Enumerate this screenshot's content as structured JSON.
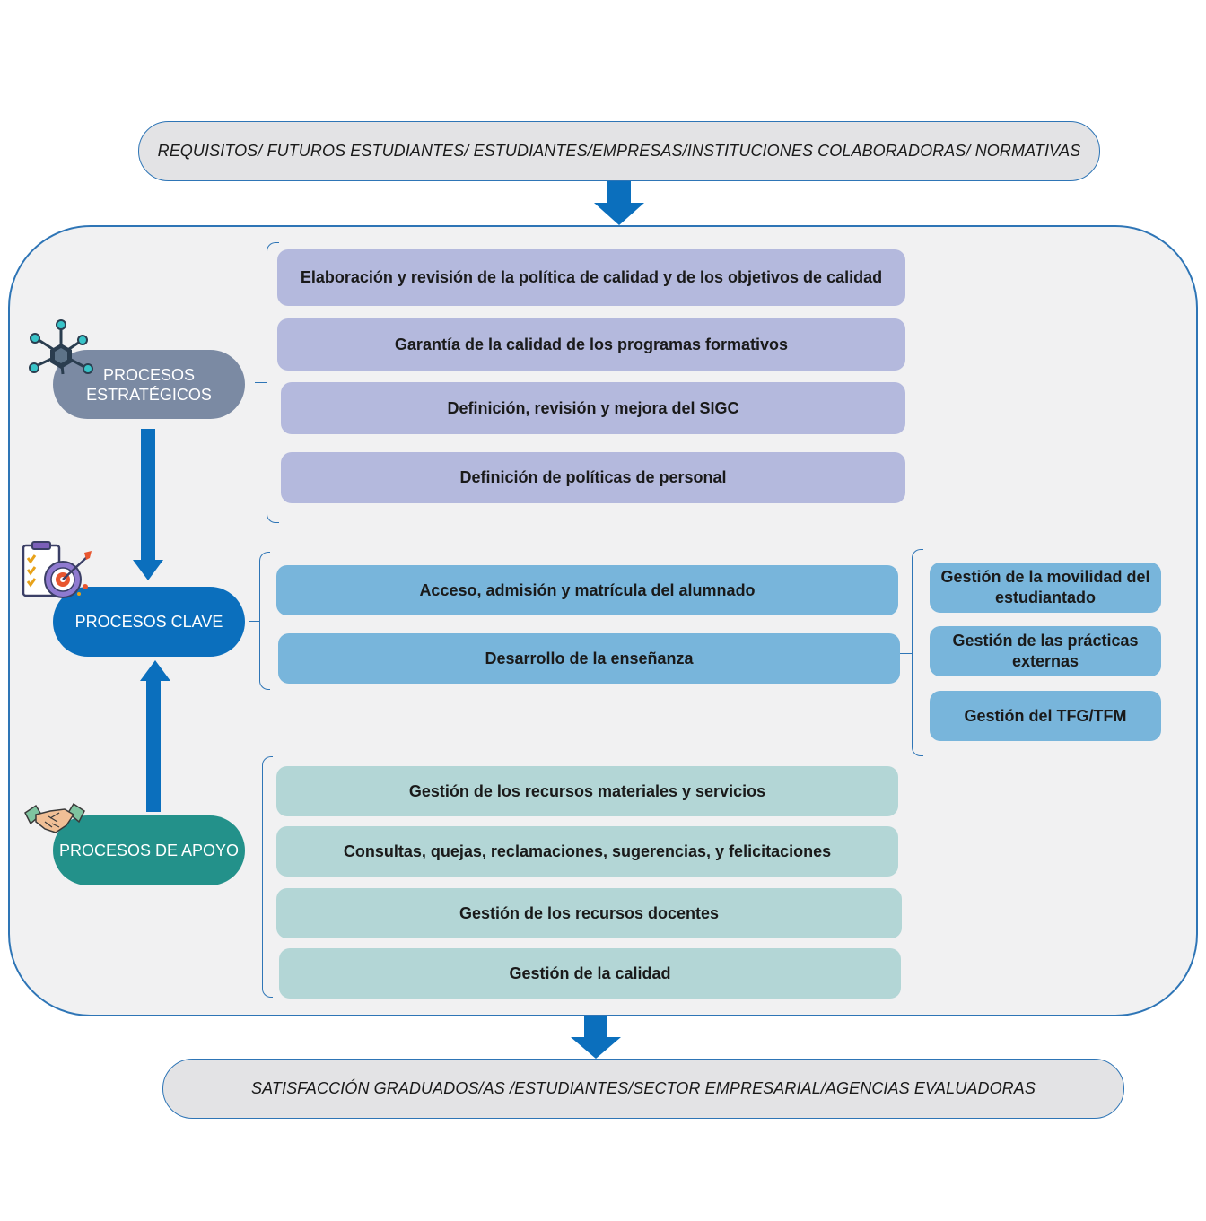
{
  "inputs": {
    "label": "REQUISITOS/ FUTUROS ESTUDIANTES/ ESTUDIANTES/EMPRESAS/INSTITUCIONES COLABORADORAS/ NORMATIVAS"
  },
  "outputs": {
    "label": "SATISFACCIÓN GRADUADOS/AS /ESTUDIANTES/SECTOR EMPRESARIAL/AGENCIAS EVALUADORAS"
  },
  "processes": {
    "strategic": {
      "label": "PROCESOS ESTRATÉGICOS",
      "icon": "network-hub-icon",
      "color": "#7b8aa3",
      "items": [
        "Elaboración y revisión de la política de calidad y de los objetivos de calidad",
        "Garantía de la calidad de los programas formativos",
        "Definición, revisión y mejora del SIGC",
        "Definición de políticas de personal"
      ]
    },
    "key": {
      "label": "PROCESOS CLAVE",
      "icon": "target-checklist-icon",
      "color": "#0b6fbd",
      "items": [
        "Acceso, admisión y matrícula del alumnado",
        "Desarrollo de la enseñanza"
      ],
      "sub_items": [
        "Gestión de la movilidad del estudiantado",
        "Gestión de las prácticas externas",
        "Gestión del TFG/TFM"
      ]
    },
    "support": {
      "label": "PROCESOS DE APOYO",
      "icon": "handshake-icon",
      "color": "#23918a",
      "items": [
        "Gestión de los recursos materiales y servicios",
        "Consultas, quejas, reclamaciones, sugerencias, y felicitaciones",
        "Gestión de los recursos docentes",
        "Gestión de la calidad"
      ]
    }
  },
  "colors": {
    "frame": "#2e75b6",
    "arrow": "#0b6fbd",
    "strategic_box": "#b4b9dd",
    "key_box": "#78b5db",
    "support_box": "#b3d6d6"
  }
}
